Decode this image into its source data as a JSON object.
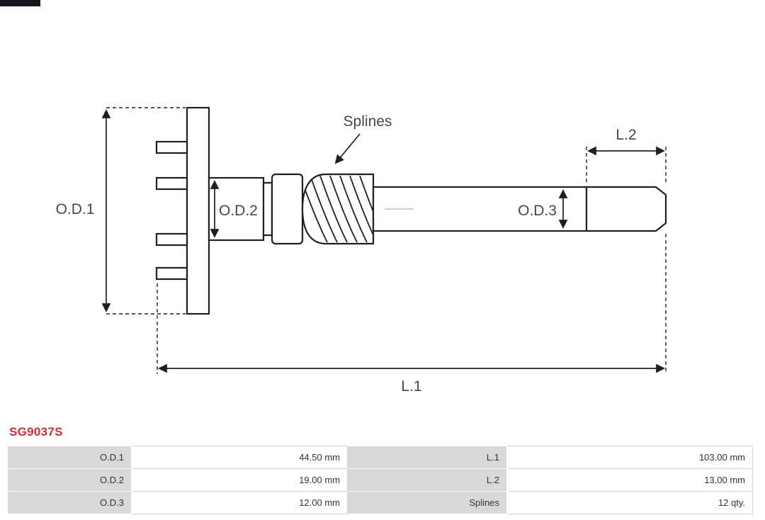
{
  "part_number": "SG9037S",
  "colors": {
    "part_number_color": "#c93038",
    "logo_fragment_color": "#15151f",
    "table_label_bg": "#d9d9d9",
    "line_color": "#1f1f1f"
  },
  "diagram": {
    "labels": {
      "od1": "O.D.1",
      "od2": "O.D.2",
      "od3": "O.D.3",
      "l1": "L.1",
      "l2": "L.2",
      "splines": "Splines"
    }
  },
  "spec_table": {
    "rows": [
      {
        "c1_label": "O.D.1",
        "c1_value": "44.50 mm",
        "c2_label": "L.1",
        "c2_value": "103.00 mm"
      },
      {
        "c1_label": "O.D.2",
        "c1_value": "19.00 mm",
        "c2_label": "L.2",
        "c2_value": "13.00 mm"
      },
      {
        "c1_label": "O.D.3",
        "c1_value": "12.00 mm",
        "c2_label": "Splines",
        "c2_value": "12 qty."
      }
    ]
  }
}
